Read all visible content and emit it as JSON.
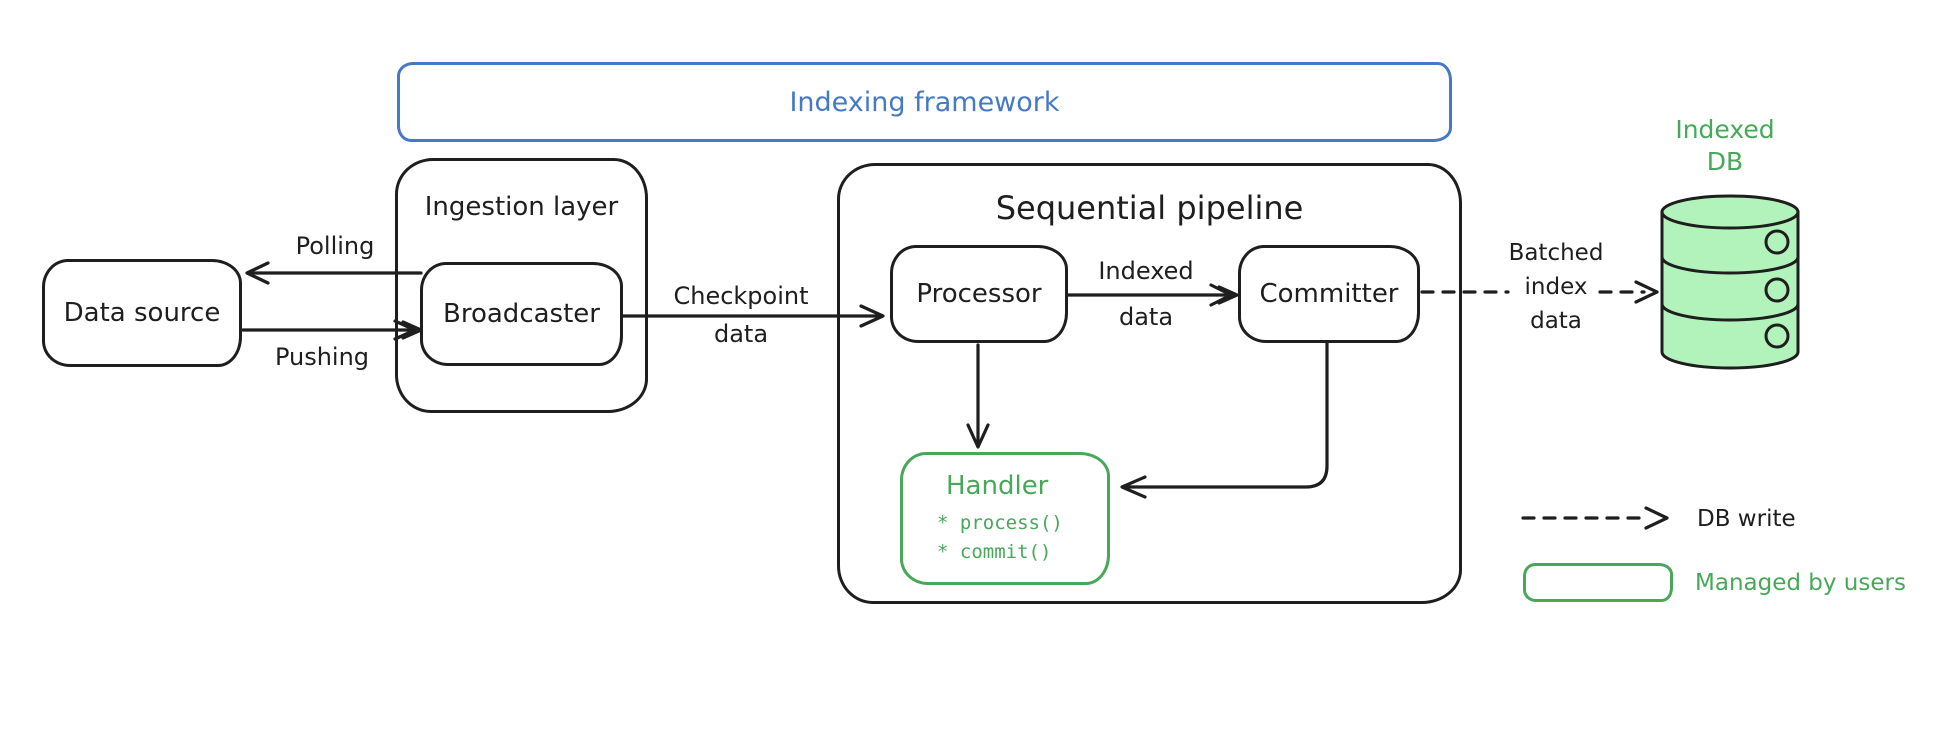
{
  "frame": {
    "label": "Indexing framework"
  },
  "nodes": {
    "data_source": {
      "label": "Data source"
    },
    "ingestion_layer": {
      "label": "Ingestion layer"
    },
    "broadcaster": {
      "label": "Broadcaster"
    },
    "sequential_pipeline": {
      "label": "Sequential pipeline"
    },
    "processor": {
      "label": "Processor"
    },
    "committer": {
      "label": "Committer"
    },
    "handler": {
      "label": "Handler",
      "methods": [
        "* process()",
        "* commit()"
      ]
    },
    "indexed_db": {
      "label": [
        "Indexed",
        "DB"
      ]
    }
  },
  "edges": {
    "polling": {
      "label": "Polling"
    },
    "pushing": {
      "label": "Pushing"
    },
    "checkpoint_data": {
      "label": [
        "Checkpoint",
        "data"
      ]
    },
    "indexed_data": {
      "label": [
        "Indexed",
        "data"
      ]
    },
    "batched_index_data": {
      "label": [
        "Batched",
        "index",
        "data"
      ]
    }
  },
  "legend": {
    "items": [
      {
        "symbol": "dashed-arrow",
        "label": "DB write"
      },
      {
        "symbol": "green-rounded-box",
        "label": "Managed by users"
      }
    ]
  },
  "colors": {
    "stroke": "#1e1e1e",
    "frame_blue": "#4579c4",
    "managed_green": "#47a85a",
    "db_fill_green": "#b2f2bb",
    "background": "#ffffff"
  }
}
